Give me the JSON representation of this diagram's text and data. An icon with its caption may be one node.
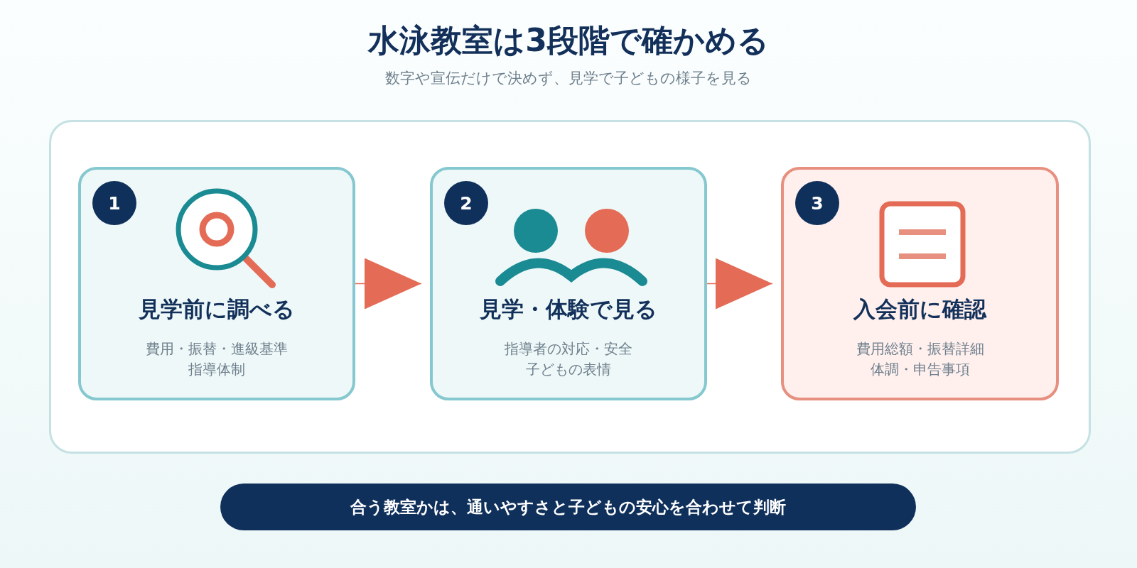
{
  "diagram": {
    "title": "水泳教室は3段階で確かめる",
    "nodes": [
      {
        "text": [
          "見学前に調べる",
          "費用・振替・進級基準指導体制"
        ]
      },
      {
        "text": [
          "1"
        ],
        "in": 0
      },
      {
        "text": [
          "見学・体験で見る",
          "指導者の対応・安全子どもの表情"
        ]
      },
      {
        "text": [
          "2"
        ],
        "in": 2
      },
      {
        "text": [
          "入会前に確認",
          "費用総額・振替詳細体調・申告事項"
        ]
      },
      {
        "text": [
          "3"
        ],
        "in": 4
      },
      {
        "text": [
          "合う教室かは、通いやすさと子どもの安心を合わせて判断"
        ]
      }
    ],
    "edges": [
      {
        "from": 0,
        "to": 2,
        "arrow": "to"
      },
      {
        "from": 2,
        "to": 4,
        "arrow": "to"
      }
    ],
    "labels": [
      "数字や宣伝だけで決めず、見学で子どもの様子を見る"
    ]
  }
}
